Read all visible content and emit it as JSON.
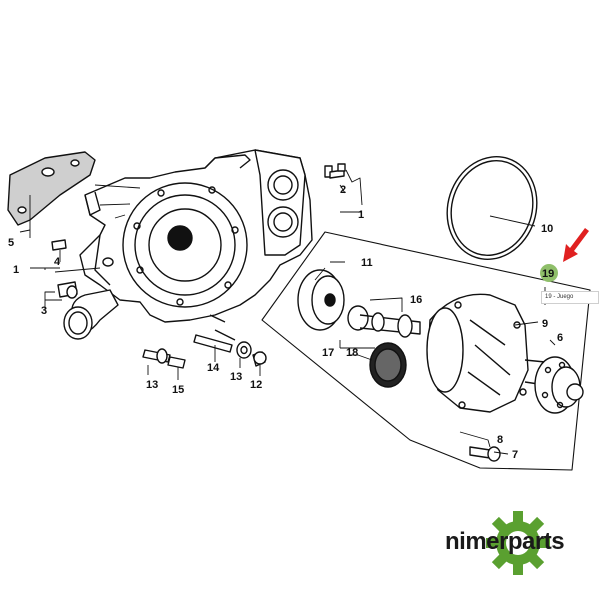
{
  "diagram": {
    "callouts": {
      "c1a": "1",
      "c1b": "1",
      "c2": "2",
      "c3": "3",
      "c4": "4",
      "c5": "5",
      "c6": "6",
      "c7": "7",
      "c8": "8",
      "c9": "9",
      "c10": "10",
      "c11": "11",
      "c12": "12",
      "c13a": "13",
      "c13b": "13",
      "c14": "14",
      "c15": "15",
      "c16": "16",
      "c17": "17",
      "c18": "18",
      "c19": "19"
    },
    "tooltip": "19 - Juego",
    "colors": {
      "marker": "#8fbf6a",
      "arrow": "#e02020",
      "logo_gear": "#5aa030"
    }
  },
  "brand": {
    "name": "nimerparts"
  }
}
